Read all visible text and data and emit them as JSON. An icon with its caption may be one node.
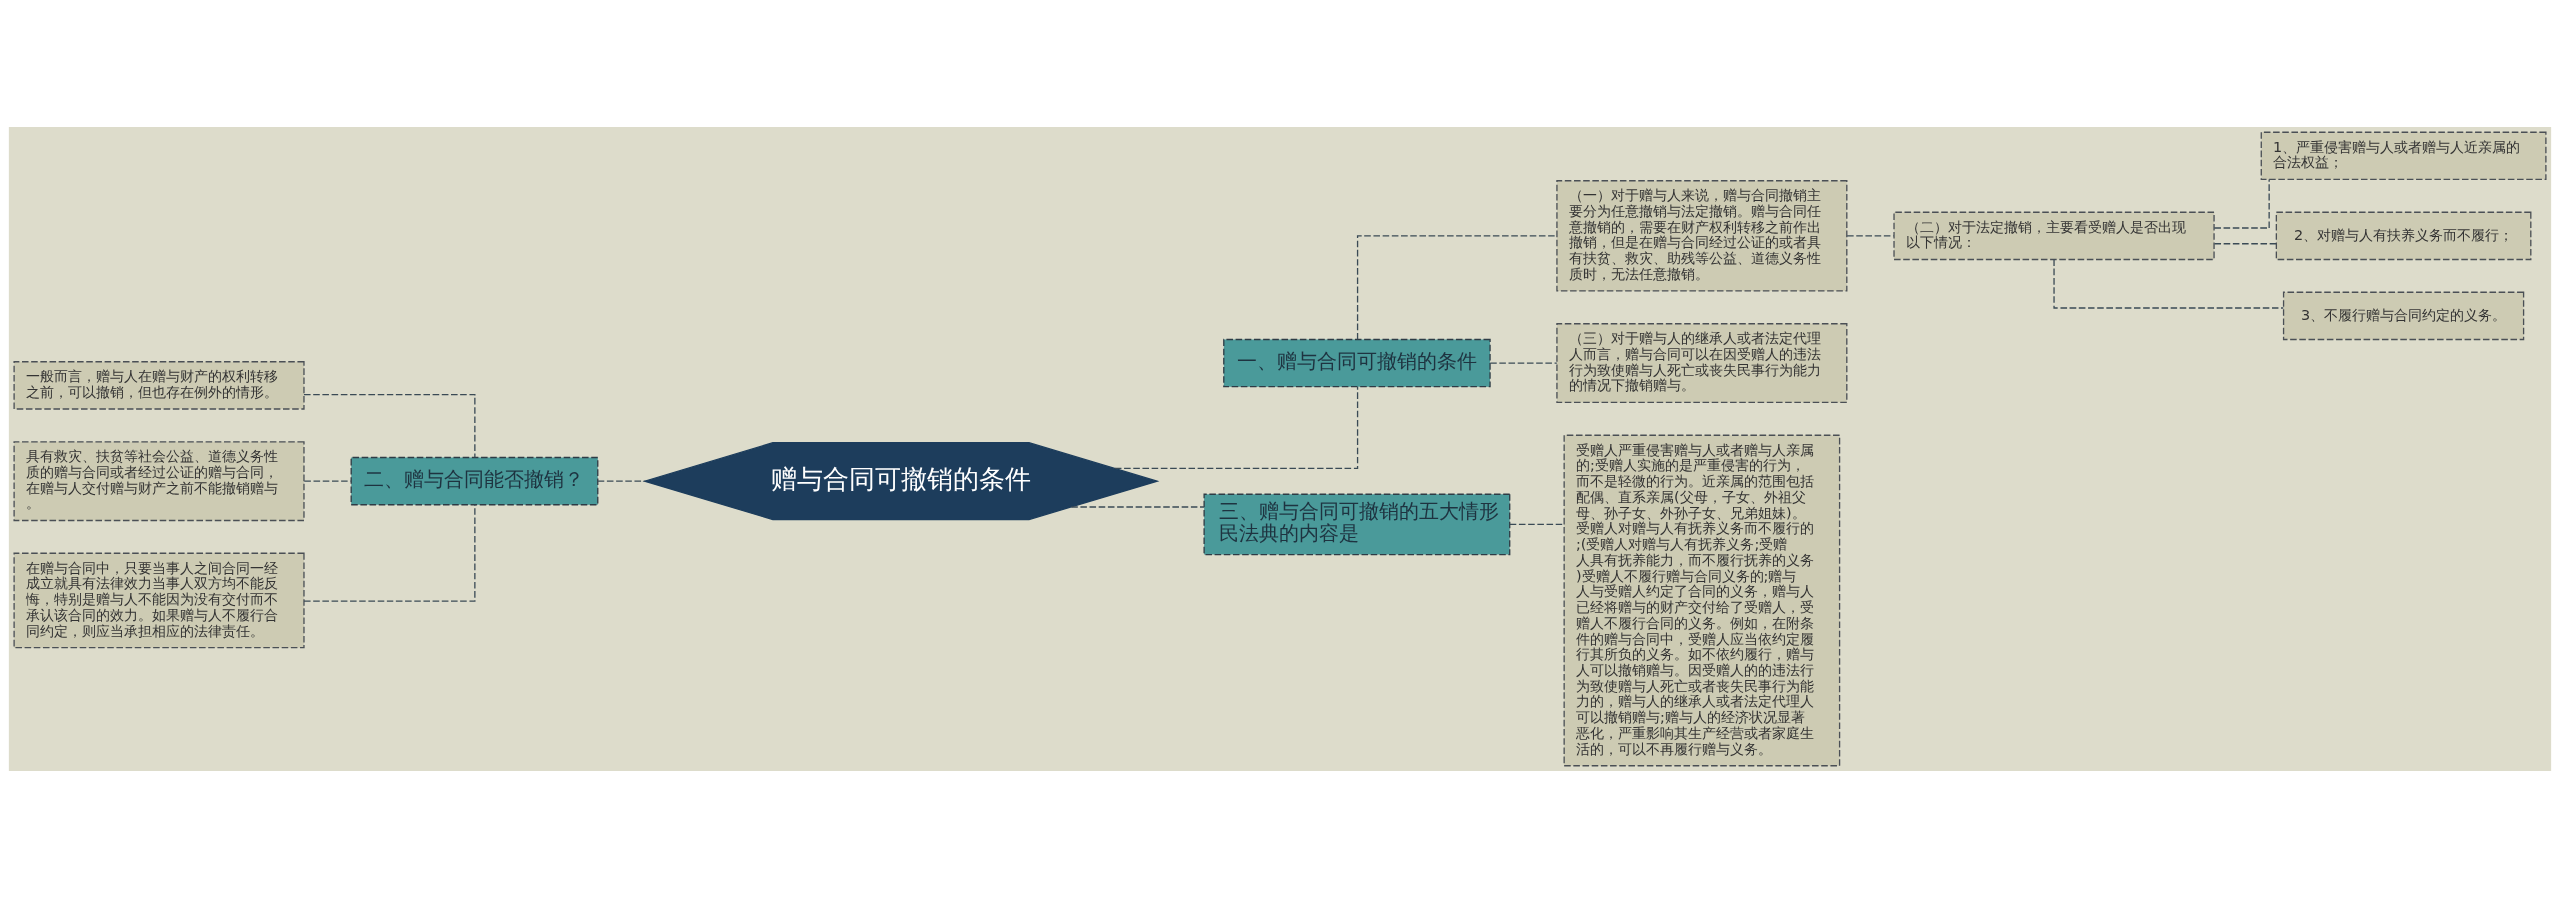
{
  "diagram": {
    "nodes": [
      {
        "text": [
          "赠与合同可撤销的条件"
        ]
      },
      {
        "text": [
          "一、赠与合同可撤销的条件"
        ]
      },
      {
        "text": [
          "（一）对于赠与人来说，赠与合同撤销主要分为任意撤销与法定撤销。赠与合同任意撤销的，需要在财产权利转移之前作出撤销，但是在赠与合同经过公证的或者具有扶贫、救灾、助残等公益、道德义务性质时，无法任意撤销。"
        ]
      },
      {
        "text": [
          "（二）对于法定撤销，主要看受赠人是否出现以下情况："
        ]
      },
      {
        "text": [
          "1、严重侵害赠与人或者赠与人近亲属的合法权益；"
        ]
      },
      {
        "text": [
          "2、对赠与人有扶养义务而不履行；"
        ]
      },
      {
        "text": [
          "3、不履行赠与合同约定的义务。"
        ]
      },
      {
        "text": [
          "（三）对于赠与人的继承人或者法定代理人而言，赠与合同可以在因受赠人的违法行为致使赠与人死亡或丧失民事行为能力的情况下撤销赠与。"
        ]
      },
      {
        "text": [
          "三、赠与合同可撤销的五大情形民法典的内容是"
        ]
      },
      {
        "text": [
          "受赠人严重侵害赠与人或者赠与人亲属的;受赠人实施的是严重侵害的行为，而不是轻微的行为。近亲属的范围包括配偶、直系亲属(父母，子女、外祖父母、孙子女、外孙子女、兄弟姐妹)。受赠人对赠与人有抚养义务而不履行的;(受赠人对赠与人有抚养义务;受赠人具有抚养能力，而不履行抚养的义务)受赠人不履行赠与合同义务的;赠与人与受赠人约定了合同的义务，赠与人已经将赠与的财产交付给了受赠人，受赠人不履行合同的义务。例如，在附条件的赠与合同中，受赠人应当依约定履行其所负的义务。如不依约履行，赠与人可以撤销赠与。因受赠人的的违法行为致使赠与人死亡或者丧失民事行为能力的，赠与人的继承人或者法定代理人可以撤销赠与;赠与人的经济状况显著恶化，严重影响其生产经营或者家庭生活的，可以不再履行赠与义务。"
        ]
      },
      {
        "text": [
          "二、赠与合同能否撤销？"
        ]
      },
      {
        "text": [
          "一般而言，赠与人在赠与财产的权利转移之前，可以撤销，但也存在例外的情形。"
        ]
      },
      {
        "text": [
          "具有救灾、扶贫等社会公益、道德义务性质的赠与合同或者经过公证的赠与合同，在赠与人交付赠与财产之前不能撤销赠与。"
        ]
      },
      {
        "text": [
          "在赠与合同中，只要当事人之间合同一经成立就具有法律效力当事人双方均不能反悔，特别是赠与人不能因为没有交付而不承认该合同的效力。如果赠与人不履行合同约定，则应当承担相应的法律责任。"
        ]
      }
    ],
    "edges": [
      {
        "from": 0,
        "to": 1,
        "arrow": "none"
      },
      {
        "from": 1,
        "to": 2,
        "arrow": "none"
      },
      {
        "from": 2,
        "to": 3,
        "arrow": "none"
      },
      {
        "from": 3,
        "to": 4,
        "arrow": "none"
      },
      {
        "from": 3,
        "to": 5,
        "arrow": "none"
      },
      {
        "from": 3,
        "to": 6,
        "arrow": "none"
      },
      {
        "from": 1,
        "to": 7,
        "arrow": "none"
      },
      {
        "from": 0,
        "to": 8,
        "arrow": "none"
      },
      {
        "from": 8,
        "to": 9,
        "arrow": "none"
      },
      {
        "from": 10,
        "to": 0,
        "arrow": "none"
      },
      {
        "from": 11,
        "to": 10,
        "arrow": "none"
      },
      {
        "from": 12,
        "to": 10,
        "arrow": "none"
      },
      {
        "from": 13,
        "to": 10,
        "arrow": "none"
      }
    ]
  }
}
